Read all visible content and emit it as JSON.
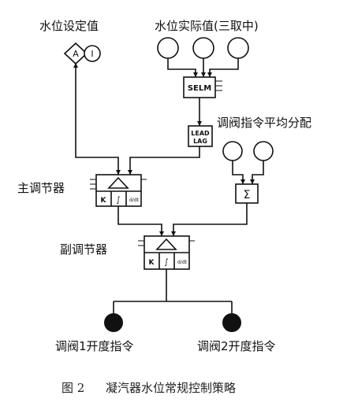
{
  "labels": {
    "setpoint": "水位设定值",
    "actual": "水位实际值(三取中)",
    "valve_split": "调阀指令平均分配",
    "master": "主调节器",
    "slave": "副调节器",
    "valve1": "调阀1开度指令",
    "valve2": "调阀2开度指令"
  },
  "blocks": {
    "selector": "SELM",
    "lead_lag_1": "LEAD",
    "lead_lag_2": "LAG",
    "sum": "Σ",
    "pid_k": "K",
    "pid_i": "∫",
    "pid_d": "d/dt",
    "auto": "A",
    "manual": "I"
  },
  "caption": {
    "figure": "图 2",
    "title": "凝汽器水位常规控制策略"
  }
}
